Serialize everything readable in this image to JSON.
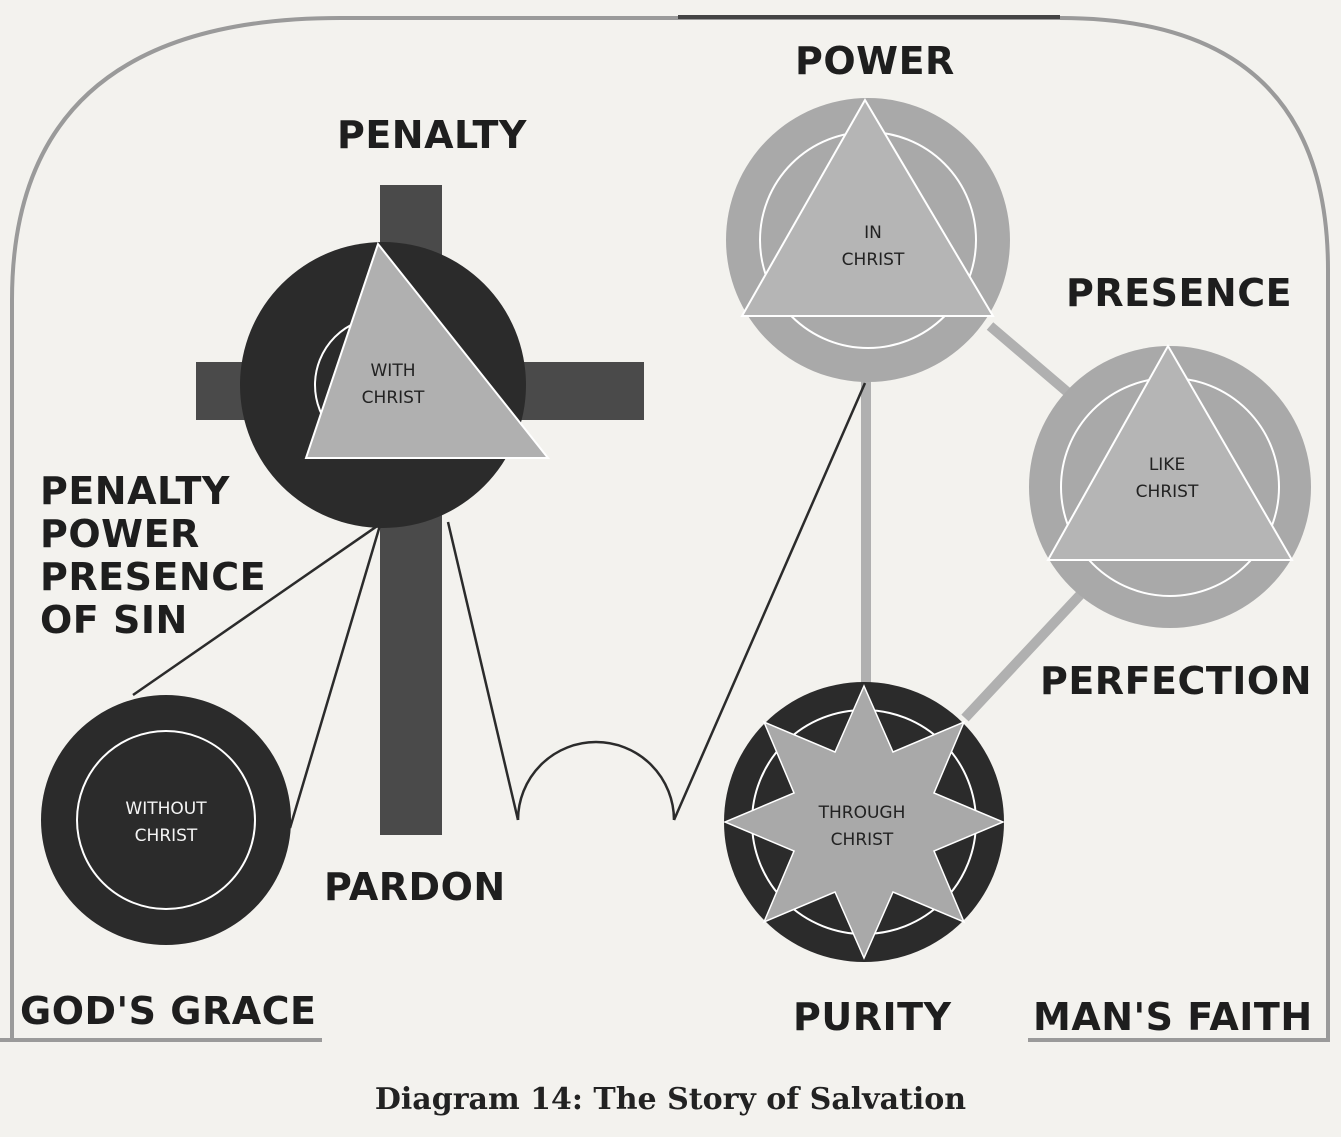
{
  "labels": {
    "penalty": "PENALTY",
    "power": "POWER",
    "presence": "PRESENCE",
    "perfection": "PERFECTION",
    "pardon": "PARDON",
    "purity": "PURITY",
    "gods_grace": "GOD'S GRACE",
    "mans_faith": "MAN'S FAITH",
    "sin_list": [
      "PENALTY",
      "POWER",
      "PRESENCE",
      "OF SIN"
    ]
  },
  "circles": {
    "without": [
      "WITHOUT",
      "CHRIST"
    ],
    "with": [
      "WITH",
      "CHRIST"
    ],
    "in": [
      "IN",
      "CHRIST"
    ],
    "like": [
      "LIKE",
      "CHRIST"
    ],
    "through": [
      "THROUGH",
      "CHRIST"
    ]
  },
  "caption": "Diagram 14: The Story of Salvation",
  "colors": {
    "background": "#f3f2ee",
    "dark": "#2b2b2b",
    "cross": "#4a4a4a",
    "light_gray": "#a9a9a9",
    "triangle_light": "#b5b5b5",
    "connector": "#b0b0b0"
  }
}
